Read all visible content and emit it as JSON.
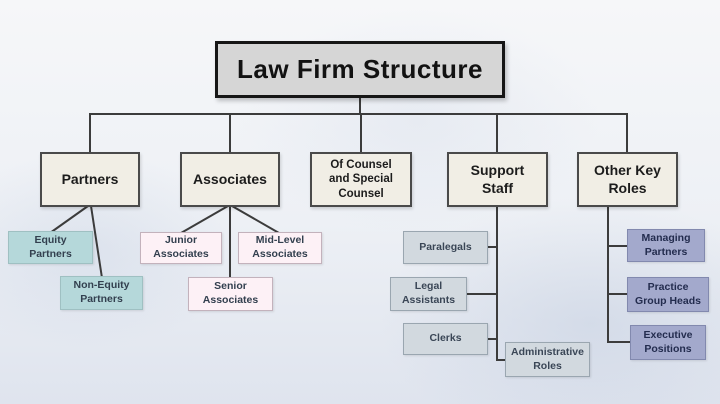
{
  "title": "Law Firm Structure",
  "tree": {
    "label": "Law Firm Structure",
    "children": [
      {
        "label": "Partners",
        "children": [
          {
            "label": "Equity Partners"
          },
          {
            "label": "Non-Equity Partners"
          }
        ]
      },
      {
        "label": "Associates",
        "children": [
          {
            "label": "Junior Associates"
          },
          {
            "label": "Mid-Level Associates"
          },
          {
            "label": "Senior Associates"
          }
        ]
      },
      {
        "label": "Of Counsel and Special Counsel",
        "children": []
      },
      {
        "label": "Support Staff",
        "children": [
          {
            "label": "Paralegals"
          },
          {
            "label": "Legal Assistants"
          },
          {
            "label": "Clerks"
          },
          {
            "label": "Administrative Roles"
          }
        ]
      },
      {
        "label": "Other Key Roles",
        "children": [
          {
            "label": "Managing Partners"
          },
          {
            "label": "Practice Group Heads"
          },
          {
            "label": "Executive Positions"
          }
        ]
      }
    ]
  },
  "colors": {
    "background_top": "#f6f7f9",
    "background_bottom": "#dfe4ee",
    "title_fill": "#d6d6d6",
    "title_border": "#161616",
    "level2_fill": "#f1eee5",
    "level2_border": "#4a4a4a",
    "partners_children_fill": "#b5d8da",
    "associates_children_fill": "#fdf1f6",
    "support_children_fill": "#d2d9df",
    "other_children_fill": "#a3a9cc",
    "connector_line": "#3c3c3c"
  }
}
